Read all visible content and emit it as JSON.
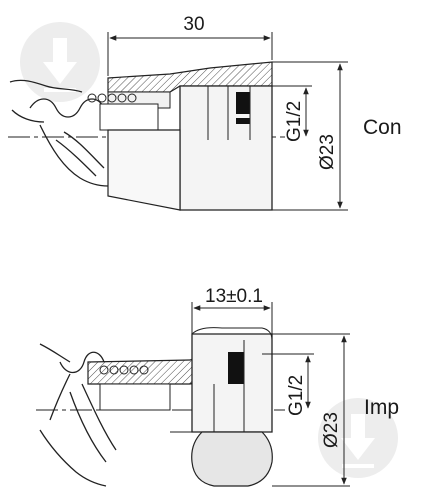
{
  "top_view": {
    "length_dim": "30",
    "thread_label": "G1/2",
    "diameter_label": "Ø23",
    "variant_label": "Con"
  },
  "bottom_view": {
    "length_dim": "13±0.1",
    "thread_label": "G1/2",
    "diameter_label": "Ø23",
    "variant_label": "Imp"
  }
}
